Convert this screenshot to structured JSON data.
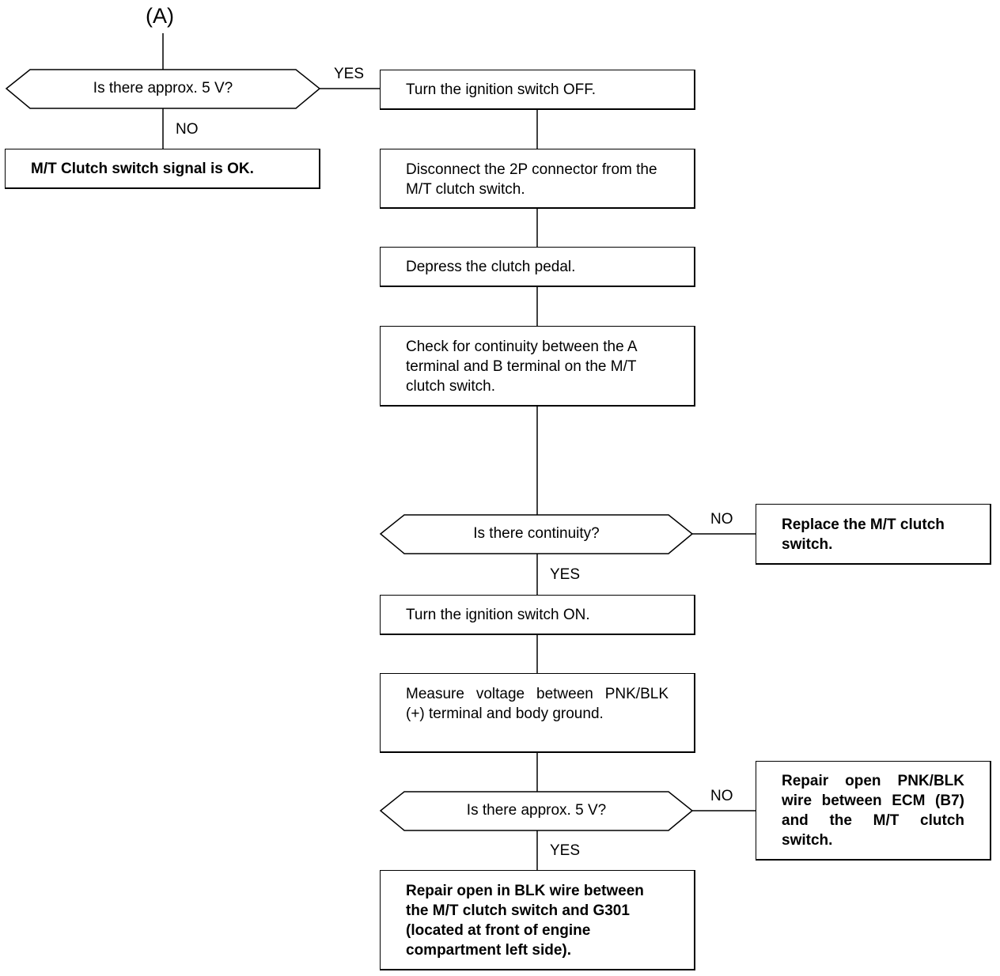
{
  "start_label": "(A)",
  "decisions": {
    "d1": "Is there approx. 5 V?",
    "d2": "Is there continuity?",
    "d3": "Is there approx. 5 V?"
  },
  "branches": {
    "d1_yes": "YES",
    "d1_no": "NO",
    "d2_no": "NO",
    "d2_yes": "YES",
    "d3_no": "NO",
    "d3_yes": "YES"
  },
  "boxes": {
    "signal_ok": "M/T Clutch switch signal is OK.",
    "ignition_off": "Turn the ignition switch OFF.",
    "disconnect": "Disconnect the 2P connector from the M/T clutch switch.",
    "depress": "Depress the clutch pedal.",
    "check_continuity": "Check for continuity between the A terminal and B terminal on the M/T clutch switch.",
    "replace_switch": "Replace the M/T clutch switch.",
    "ignition_on": "Turn the ignition switch ON.",
    "measure_voltage": "Measure voltage between PNK/BLK (+) terminal and body ground.",
    "repair_pnk_blk": "Repair open PNK/BLK wire between ECM (B7) and the M/T clutch switch.",
    "repair_blk": "Repair open in BLK wire between the M/T clutch switch and G301 (located at front of engine compartment left side)."
  }
}
